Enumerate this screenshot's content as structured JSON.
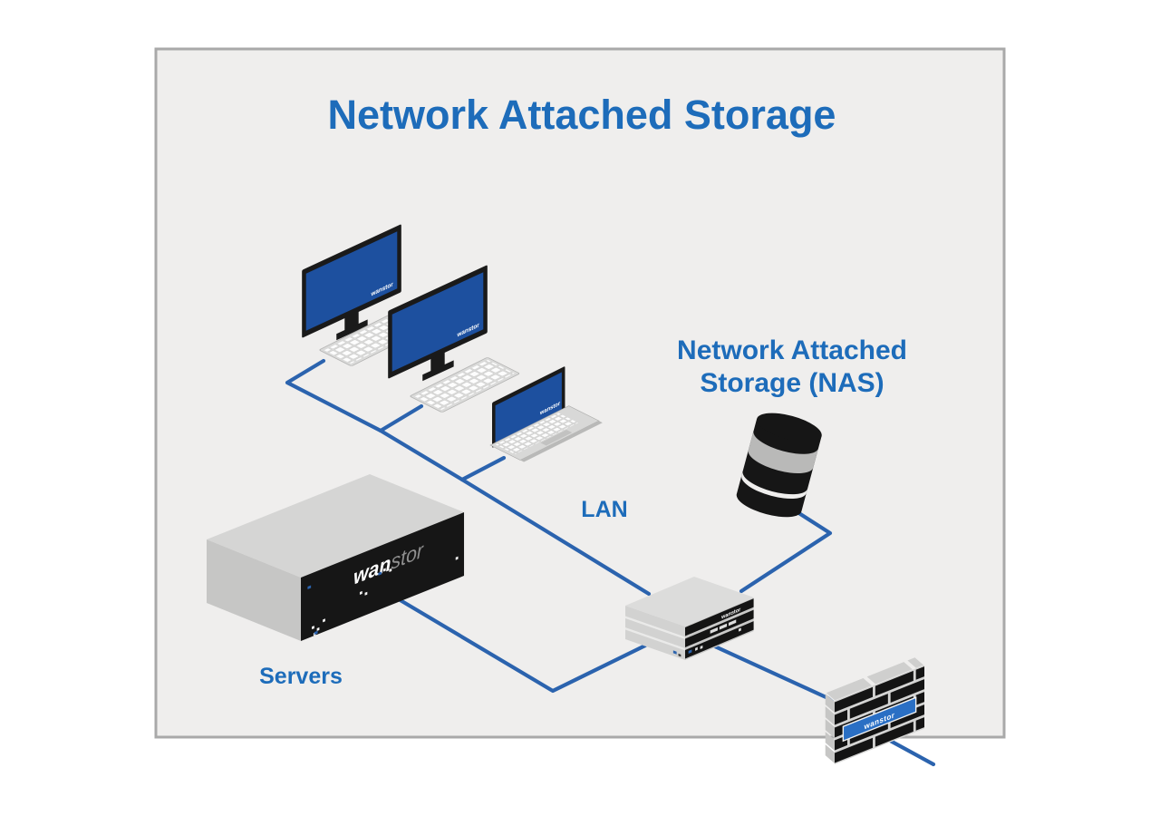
{
  "diagram": {
    "title": "Network Attached Storage",
    "labels": {
      "nas_line1": "Network Attached",
      "nas_line2": "Storage (NAS)",
      "lan": "LAN",
      "servers": "Servers"
    },
    "brand": {
      "full": "wanstor",
      "bold": "wan",
      "light": "stor"
    },
    "colors": {
      "title_blue": "#1d6cba",
      "label_blue": "#1d6cba",
      "line_blue": "#2b63ae",
      "screen_blue": "#1d509f",
      "banner_blue": "#2a6fc4",
      "device_black": "#161616",
      "canvas_gray": "#efeeed",
      "frame_gray": "#a9a9a9"
    },
    "nodes": [
      {
        "name": "workstation-1",
        "type": "desktop-computer-icon"
      },
      {
        "name": "workstation-2",
        "type": "desktop-computer-icon"
      },
      {
        "name": "laptop",
        "type": "laptop-icon"
      },
      {
        "name": "nas",
        "type": "storage-cylinder-icon",
        "label": "Network Attached Storage (NAS)"
      },
      {
        "name": "servers",
        "type": "server-chassis-icon",
        "label": "Servers"
      },
      {
        "name": "switch",
        "type": "network-switch-icon"
      },
      {
        "name": "firewall",
        "type": "firewall-brick-wall-icon"
      },
      {
        "name": "lan-link",
        "type": "connection-line",
        "label": "LAN"
      }
    ]
  }
}
